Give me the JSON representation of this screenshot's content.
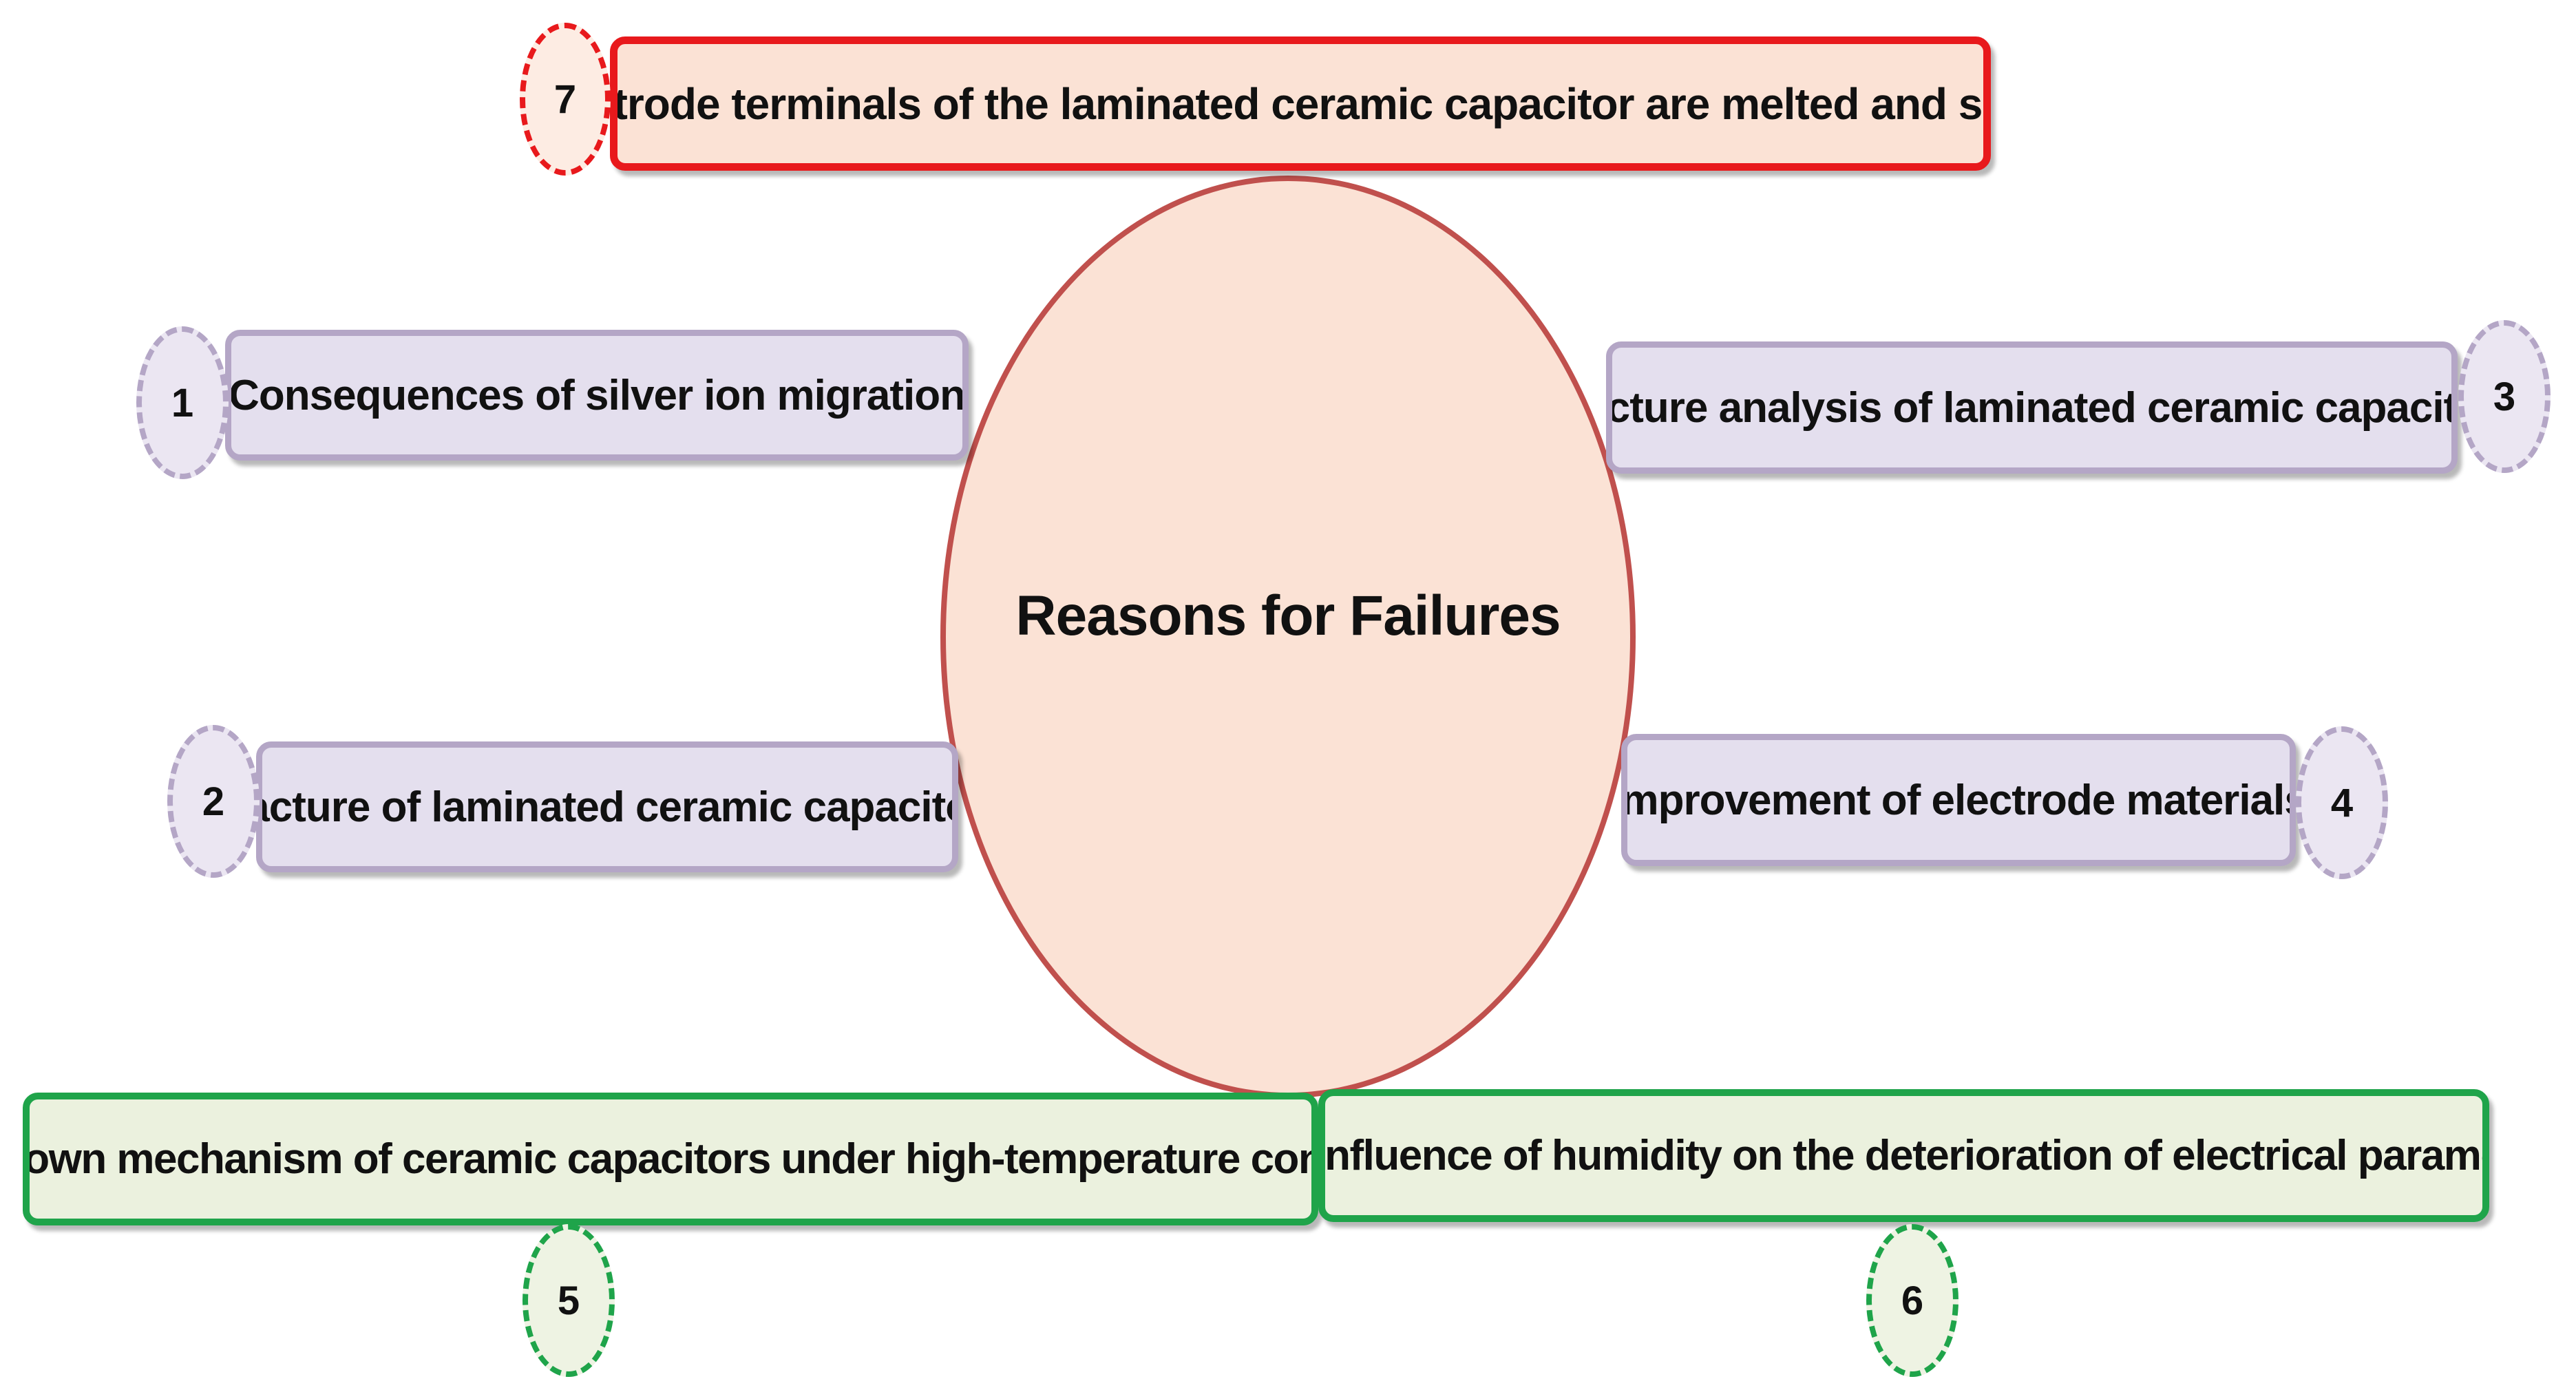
{
  "diagram": {
    "center": {
      "label": "Reasons for Failures"
    },
    "reasons": [
      {
        "number": "1",
        "label": "Consequences of silver ion migration"
      },
      {
        "number": "2",
        "label": "Fracture of laminated ceramic capacitors"
      },
      {
        "number": "3",
        "label": "Fracture analysis of laminated ceramic capacitors"
      },
      {
        "number": "4",
        "label": "Improvement of electrode materials"
      },
      {
        "number": "5",
        "label": "Breakdown mechanism of ceramic capacitors under high-temperature conditions"
      },
      {
        "number": "6",
        "label": "The influence of humidity on the deterioration of electrical parameters"
      },
      {
        "number": "7",
        "label": "The electrode terminals of the laminated ceramic capacitor are melted and showered"
      }
    ],
    "colors": {
      "center_fill": "#fbe2d5",
      "center_border": "#c0504d",
      "purple_fill": "#e4dfee",
      "purple_border": "#b4a6c6",
      "green_fill": "#ebf1de",
      "green_border": "#1fa44a",
      "red_fill": "#fbe2d5",
      "red_border": "#e8191c"
    }
  }
}
